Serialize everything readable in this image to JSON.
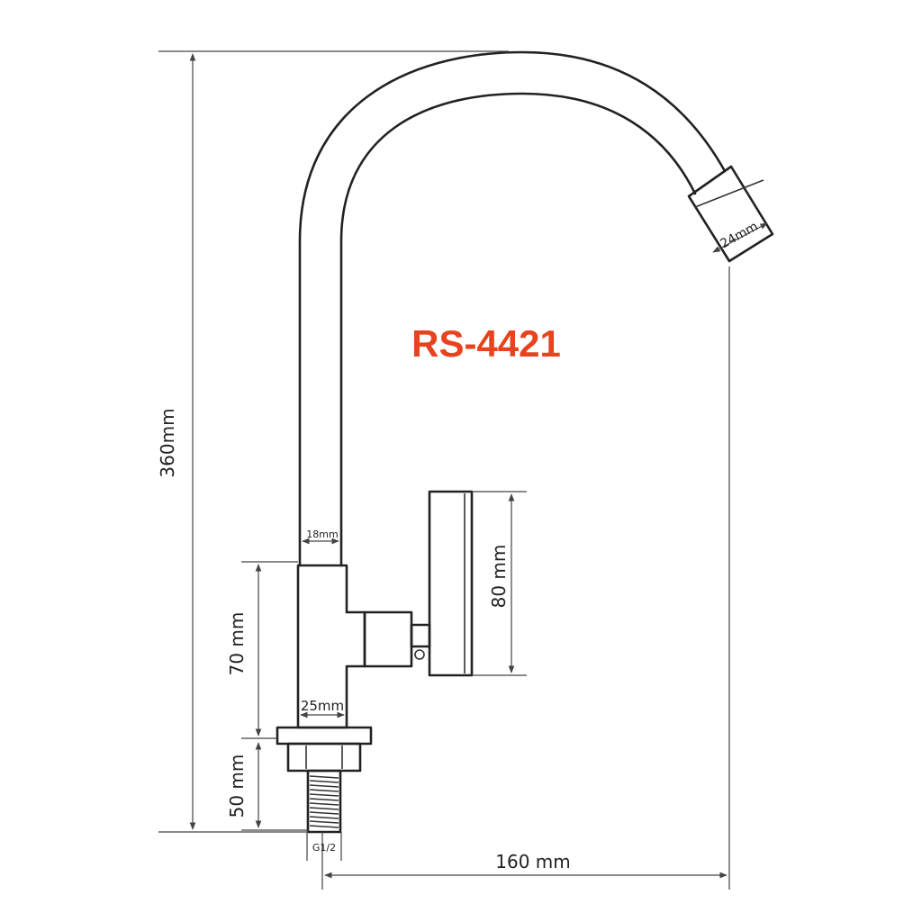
{
  "model_code": "RS-4421",
  "model_color": "#e8431f",
  "line_color": "#222222",
  "dimensions": {
    "total_height": "360mm",
    "spout_tip_width": "24mm",
    "spout_tube_width": "18mm",
    "handle_height": "80 mm",
    "body_height": "70 mm",
    "body_width": "25mm",
    "thread_length": "50 mm",
    "thread_spec": "G1/2",
    "reach": "160 mm"
  }
}
